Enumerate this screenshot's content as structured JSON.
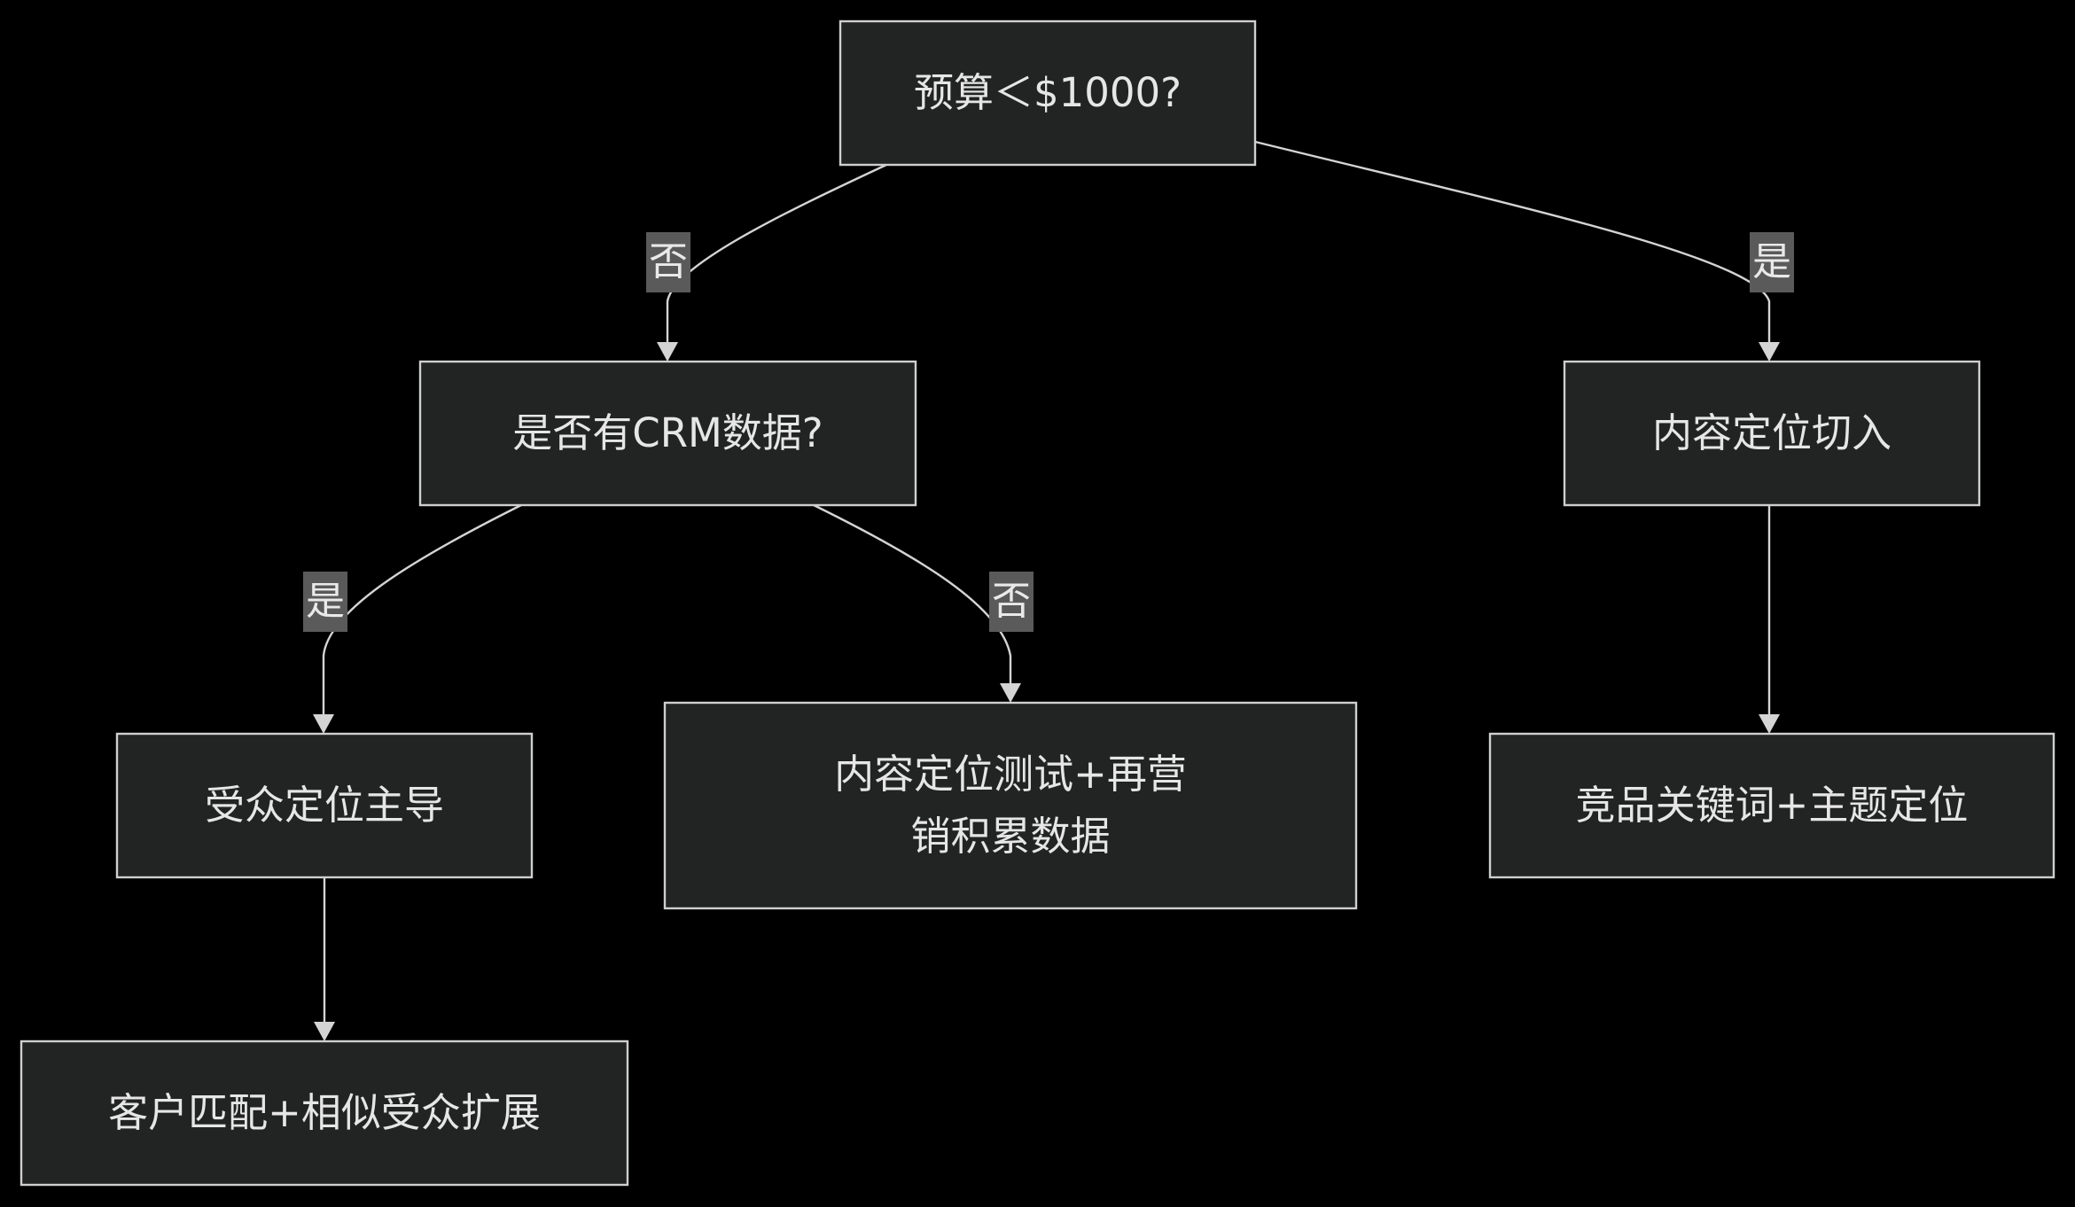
{
  "nodes": {
    "budget": {
      "label": "预算＜$1000?"
    },
    "crm": {
      "label": "是否有CRM数据?"
    },
    "content_entry": {
      "label": "内容定位切入"
    },
    "audience_led": {
      "label": "受众定位主导"
    },
    "content_test": {
      "label": "内容定位测试+再营销积累数据"
    },
    "competitor": {
      "label": "竞品关键词+主题定位"
    },
    "customer_match": {
      "label": "客户匹配+相似受众扩展"
    }
  },
  "edges": {
    "budget_no": {
      "label": "否"
    },
    "budget_yes": {
      "label": "是"
    },
    "crm_yes": {
      "label": "是"
    },
    "crm_no": {
      "label": "否"
    }
  },
  "colors": {
    "background": "#000000",
    "node_fill": "#222423",
    "node_stroke": "#cfcfcf",
    "edge": "#d4d4d4",
    "label_bg": "#5a5a5a",
    "text": "#e6e6e6"
  }
}
